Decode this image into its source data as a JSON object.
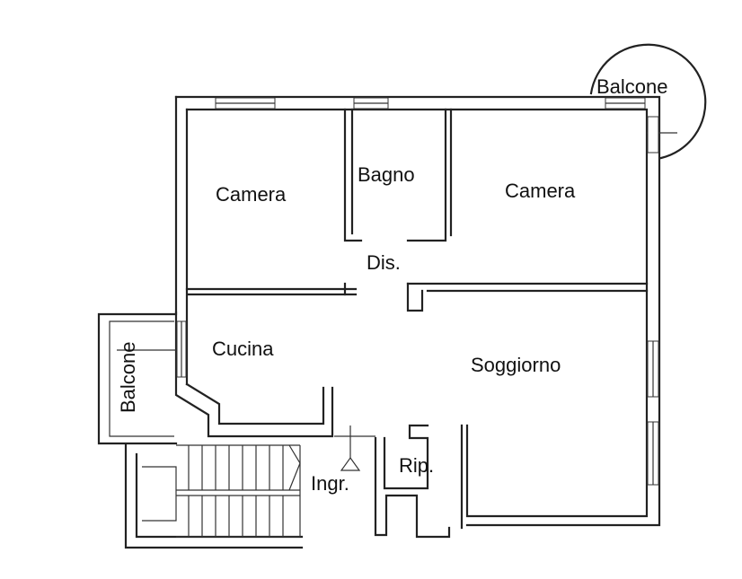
{
  "rooms": {
    "camera_left": "Camera",
    "bagno": "Bagno",
    "camera_right": "Camera",
    "disimpegno": "Dis.",
    "cucina": "Cucina",
    "soggiorno": "Soggiorno",
    "ripostiglio": "Rip.",
    "ingresso": "Ingr."
  },
  "balconies": {
    "top_right": "Balcone",
    "left": "Balcone"
  }
}
